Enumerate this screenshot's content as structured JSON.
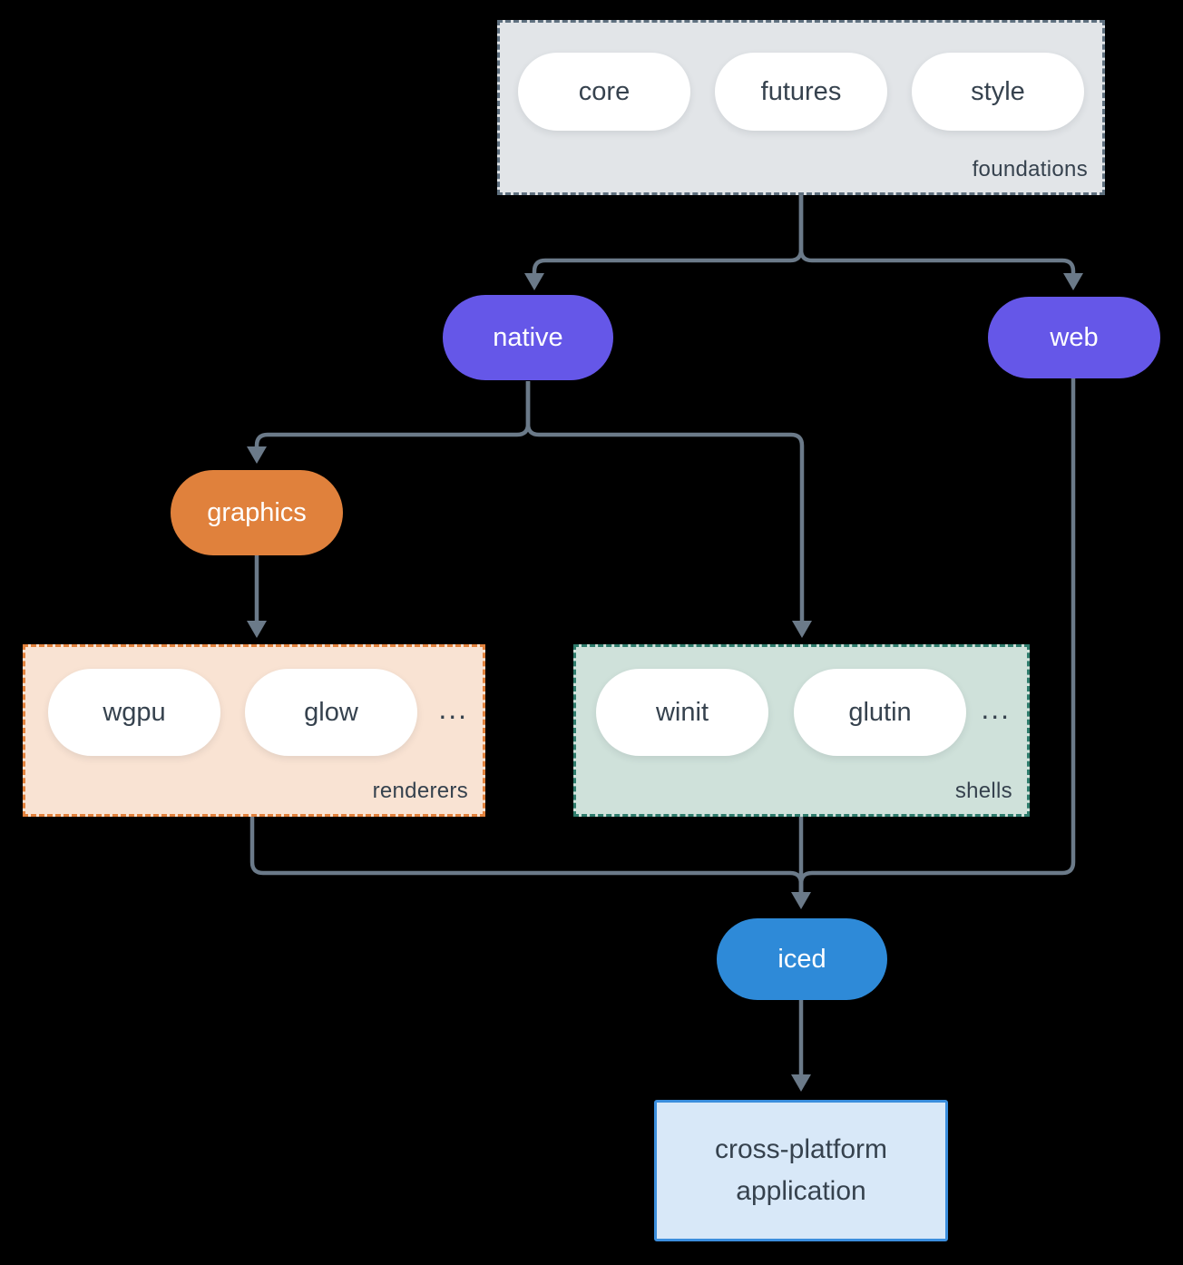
{
  "diagram": {
    "background_color": "#000000",
    "connector_color": "#6b7a89",
    "groups": {
      "foundations": {
        "label": "foundations",
        "items": [
          "core",
          "futures",
          "style"
        ],
        "bg": "#e2e5e8",
        "border": "#5f707f"
      },
      "renderers": {
        "label": "renderers",
        "items": [
          "wgpu",
          "glow"
        ],
        "ellipsis": "...",
        "bg": "#f9e3d3",
        "border": "#e2823d"
      },
      "shells": {
        "label": "shells",
        "items": [
          "winit",
          "glutin"
        ],
        "ellipsis": "...",
        "bg": "#cfe1da",
        "border": "#2f7d6d"
      }
    },
    "nodes": {
      "native": {
        "label": "native",
        "bg": "#6557e8"
      },
      "web": {
        "label": "web",
        "bg": "#6557e8"
      },
      "graphics": {
        "label": "graphics",
        "bg": "#e0813c"
      },
      "iced": {
        "label": "iced",
        "bg": "#2e8ad8"
      }
    },
    "application": {
      "label_line1": "cross-platform",
      "label_line2": "application",
      "bg": "#d8e8f8",
      "border": "#3b8edd"
    }
  }
}
